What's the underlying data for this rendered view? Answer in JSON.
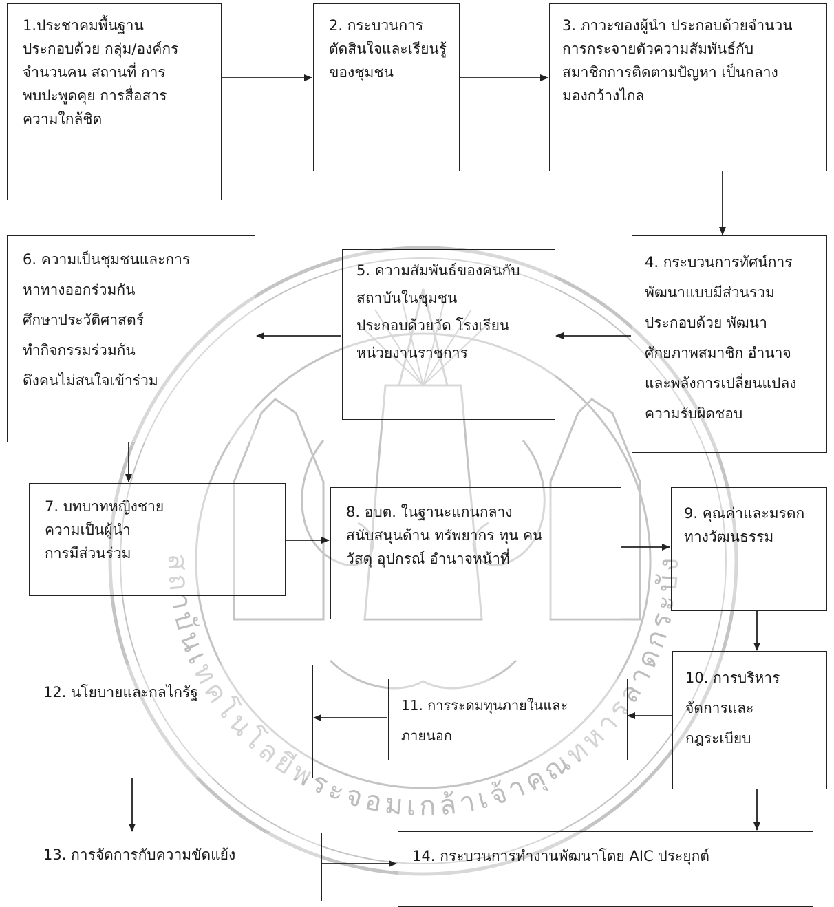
{
  "boxes": [
    {
      "id": "b1",
      "text": "1.ประชาคมพื้นฐาน\nประกอบด้วย  กลุ่ม/องค์กร\nจำนวนคน สถานที่ การ\nพบปะพูดคุย การสื่อสาร\nความใกล้ชิด"
    },
    {
      "id": "b2",
      "text": "2. กระบวนการ\nตัดสินใจและเรียนรู้\nของชุมชน"
    },
    {
      "id": "b3",
      "text": "3. ภาวะของผู้นำ ประกอบด้วยจำนวน\nการกระจายตัวความสัมพันธ์กับ\nสมาชิกการติดตามปัญหา เป็นกลาง\nมองกว้างไกล"
    },
    {
      "id": "b4",
      "text": "4. กระบวนการทัศน์การ\nพัฒนาแบบมีส่วนรวม\nประกอบด้วย พัฒนา\nศักยภาพสมาชิก อำนาจ\nและพลังการเปลี่ยนแปลง\nความรับผิดชอบ"
    },
    {
      "id": "b5",
      "text": "5. ความสัมพันธ์ของคนกับ\nสถาบันในชุมชน\nประกอบด้วยวัด โรงเรียน\nหน่วยงานราชการ"
    },
    {
      "id": "b6",
      "text": "6. ความเป็นชุมชนและการ\nหาทางออกร่วมกัน\nศึกษาประวัติศาสตร์\nทำกิจกรรมร่วมกัน\nดึงคนไม่สนใจเข้าร่วม"
    },
    {
      "id": "b7",
      "text": "7. บทบาทหญิงชาย\nความเป็นผู้นำ\nการมีส่วนร่วม"
    },
    {
      "id": "b8",
      "text": "8. อบต. ในฐานะแกนกลาง\nสนับสนุนด้าน ทรัพยากร ทุน คน\nวัสดุ อุปกรณ์ อำนาจหน้าที่"
    },
    {
      "id": "b9",
      "text": "9. คุณค่าและมรดก\nทางวัฒนธรรม"
    },
    {
      "id": "b10",
      "text": "10. การบริหาร\nจัดการและ\nกฎระเบียบ"
    },
    {
      "id": "b11",
      "text": "11. การระดมทุนภายในและ\nภายนอก"
    },
    {
      "id": "b12",
      "text": "12. นโยบายและกลไกรัฐ"
    },
    {
      "id": "b13",
      "text": "13. การจัดการกับความขัดแย้ง"
    },
    {
      "id": "b14",
      "text": "14. กระบวนการทำงานพัฒนาโดย AIC ประยุกต์"
    }
  ],
  "watermark": {
    "arc_text": "สถาบันเทคโนโลยีพระจอมเกล้าเจ้าคุณทหารลาดกระบัง",
    "color": "#b9b9b9"
  },
  "colors": {
    "line": "#222222"
  }
}
